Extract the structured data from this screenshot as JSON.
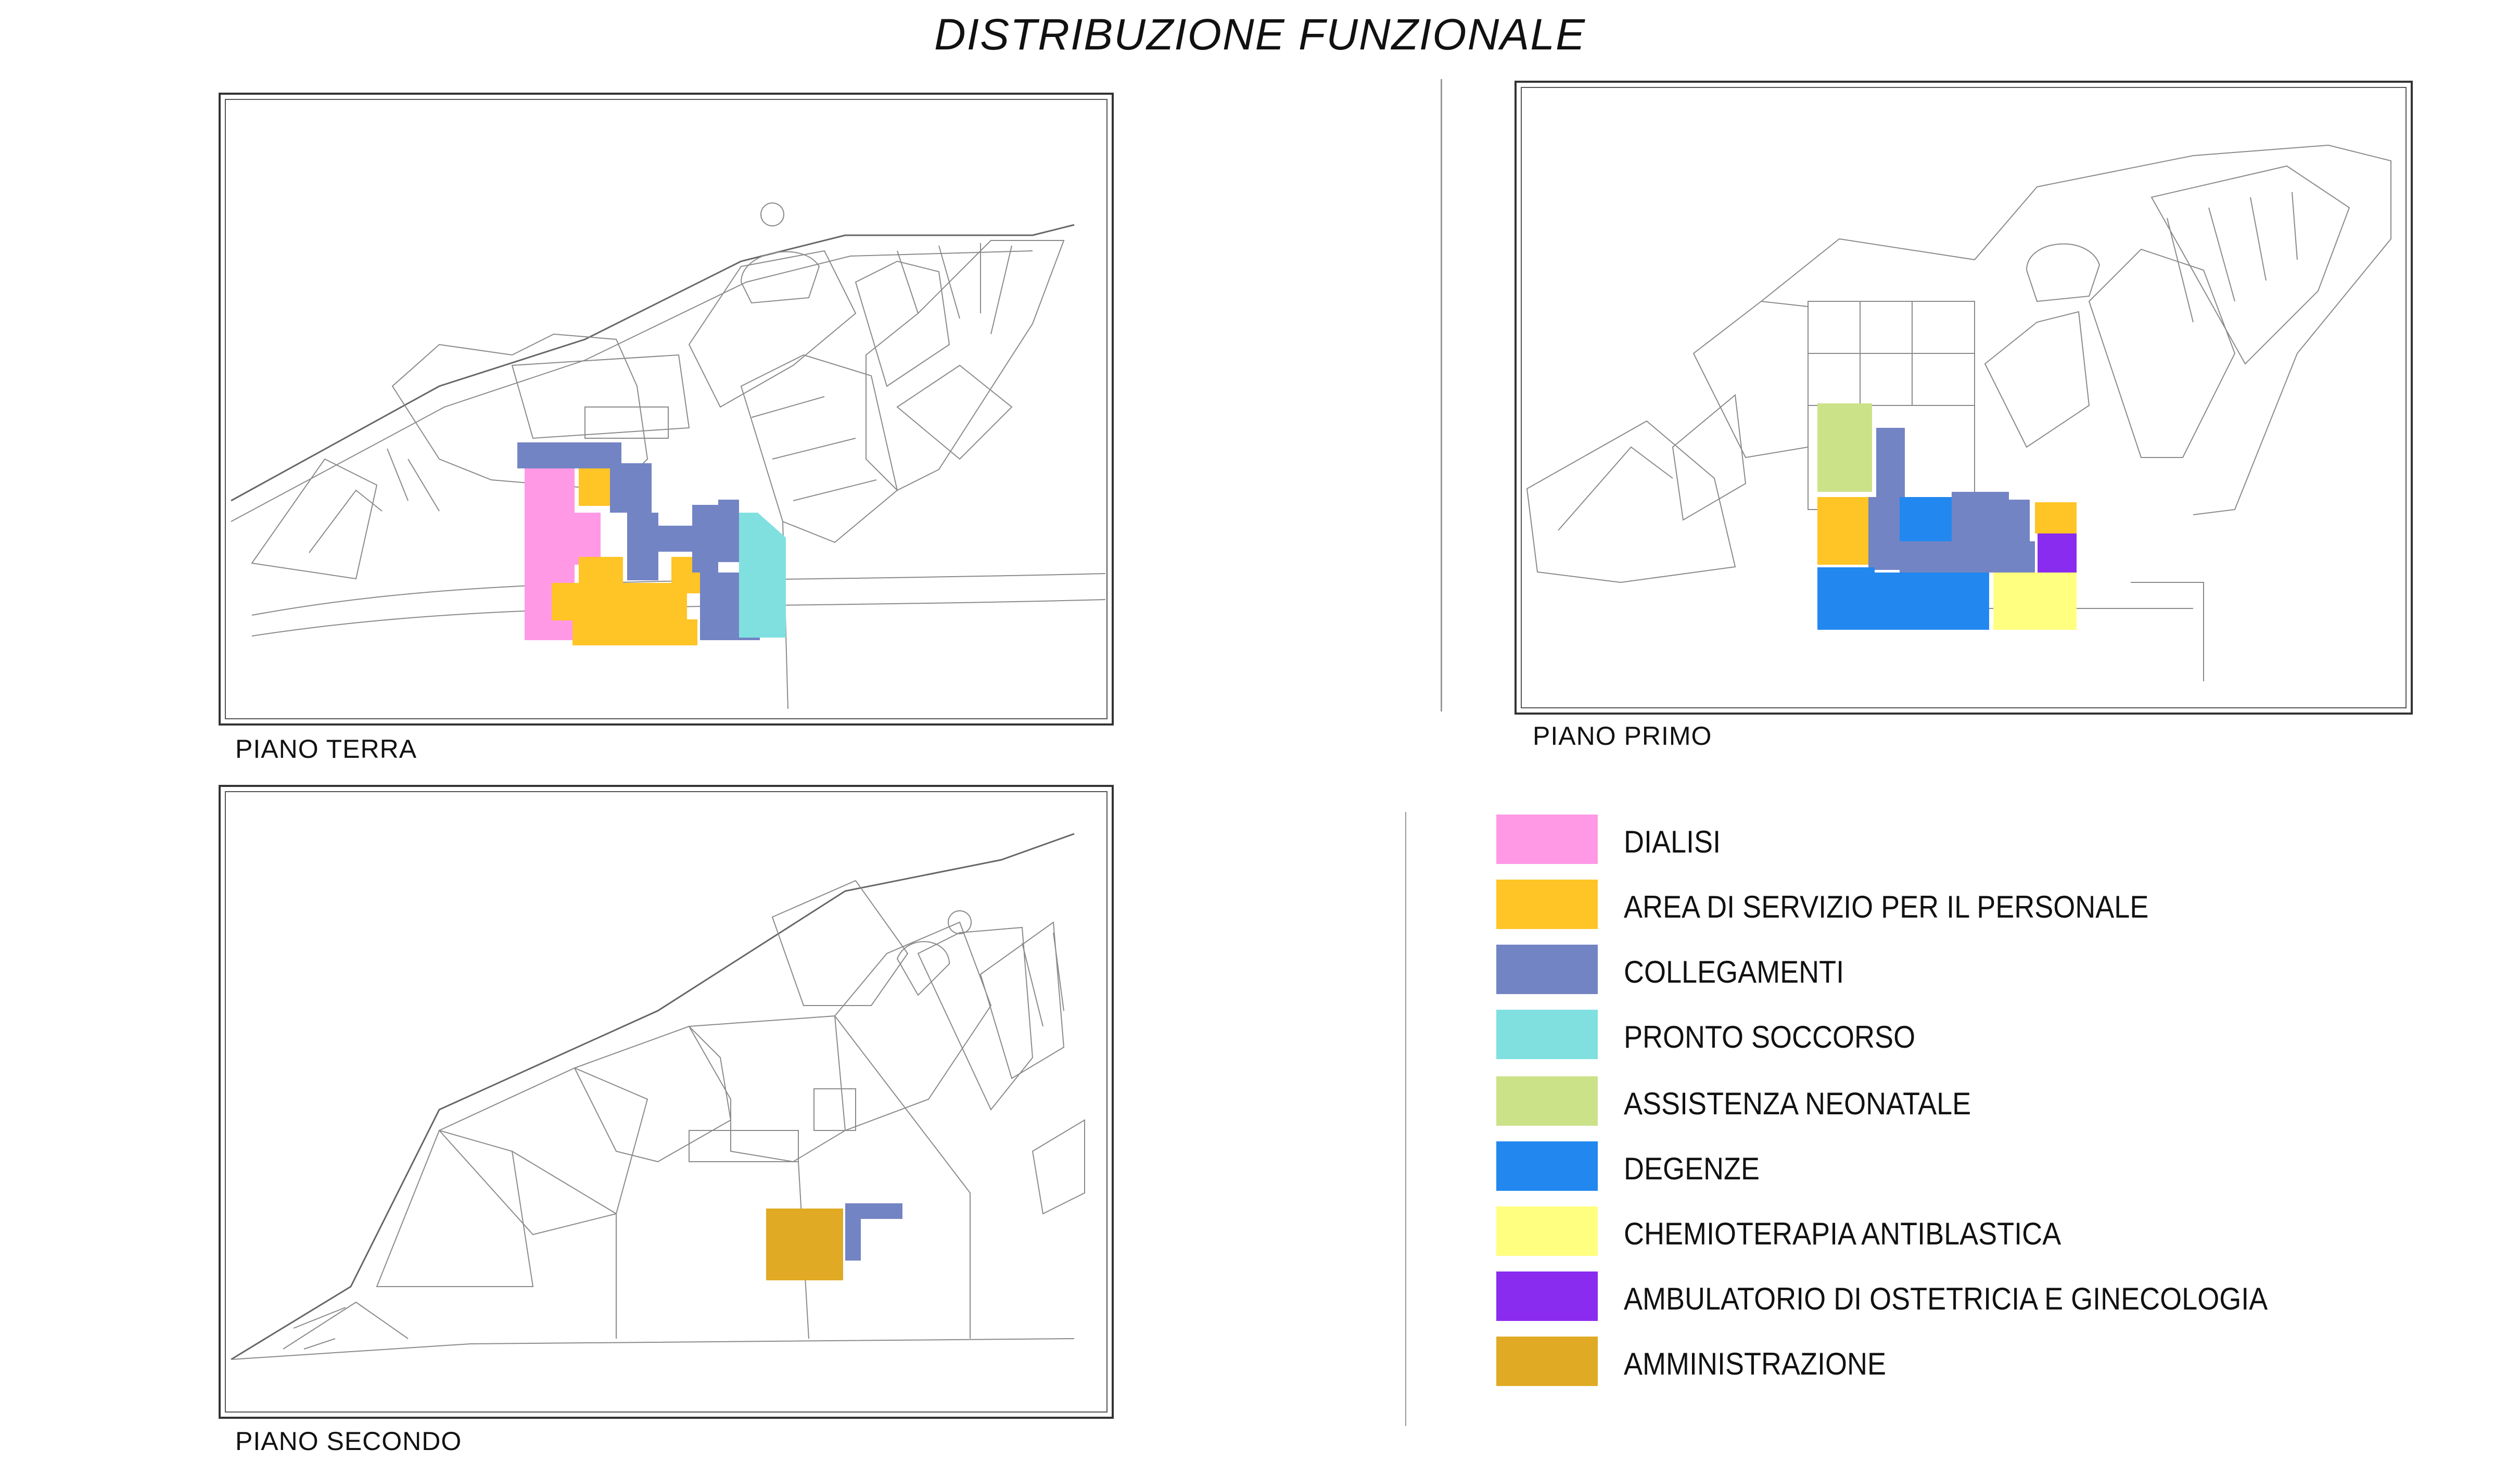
{
  "title": "DISTRIBUZIONE FUNZIONALE",
  "plans": {
    "terra": "PIANO TERRA",
    "primo": "PIANO PRIMO",
    "secondo": "PIANO SECONDO"
  },
  "legend": [
    {
      "label": "DIALISI",
      "color": "#FF99E6"
    },
    {
      "label": "AREA DI SERVIZIO PER IL PERSONALE",
      "color": "#FFC425"
    },
    {
      "label": "COLLEGAMENTI",
      "color": "#7384C4"
    },
    {
      "label": "PRONTO SOCCORSO",
      "color": "#80E0E0"
    },
    {
      "label": "ASSISTENZA NEONATALE",
      "color": "#CCE289"
    },
    {
      "label": "DEGENZE",
      "color": "#2288F0"
    },
    {
      "label": "CHEMIOTERAPIA ANTIBLASTICA",
      "color": "#FFFF80"
    },
    {
      "label": "AMBULATORIO DI OSTETRICIA E GINECOLOGIA",
      "color": "#8A2BF0"
    },
    {
      "label": "AMMINISTRAZIONE",
      "color": "#E0AA25"
    }
  ]
}
